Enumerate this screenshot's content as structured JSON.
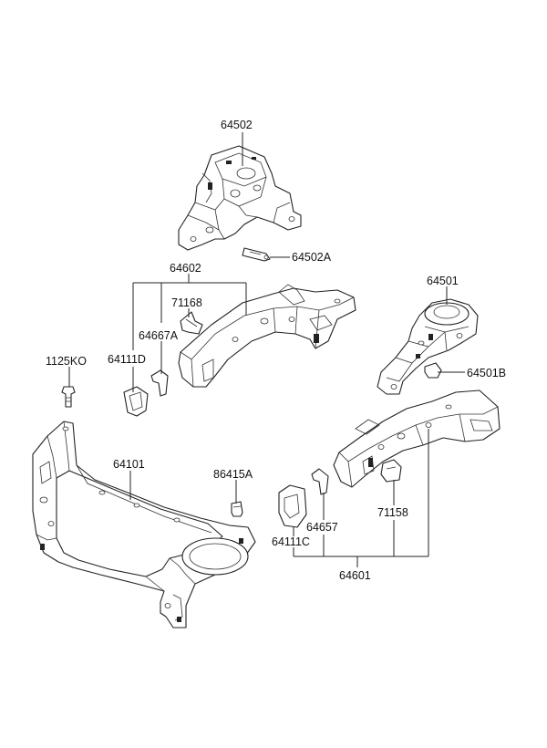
{
  "callouts": {
    "p64502": "64502",
    "p64502A": "64502A",
    "p64602": "64602",
    "p71168": "71168",
    "p64667A": "64667A",
    "p64111D": "64111D",
    "p1125KO": "1125KO",
    "p64501": "64501",
    "p64501B": "64501B",
    "p64101": "64101",
    "p86415A": "86415A",
    "p64657": "64657",
    "p71158": "71158",
    "p64111C": "64111C",
    "p64601": "64601"
  }
}
